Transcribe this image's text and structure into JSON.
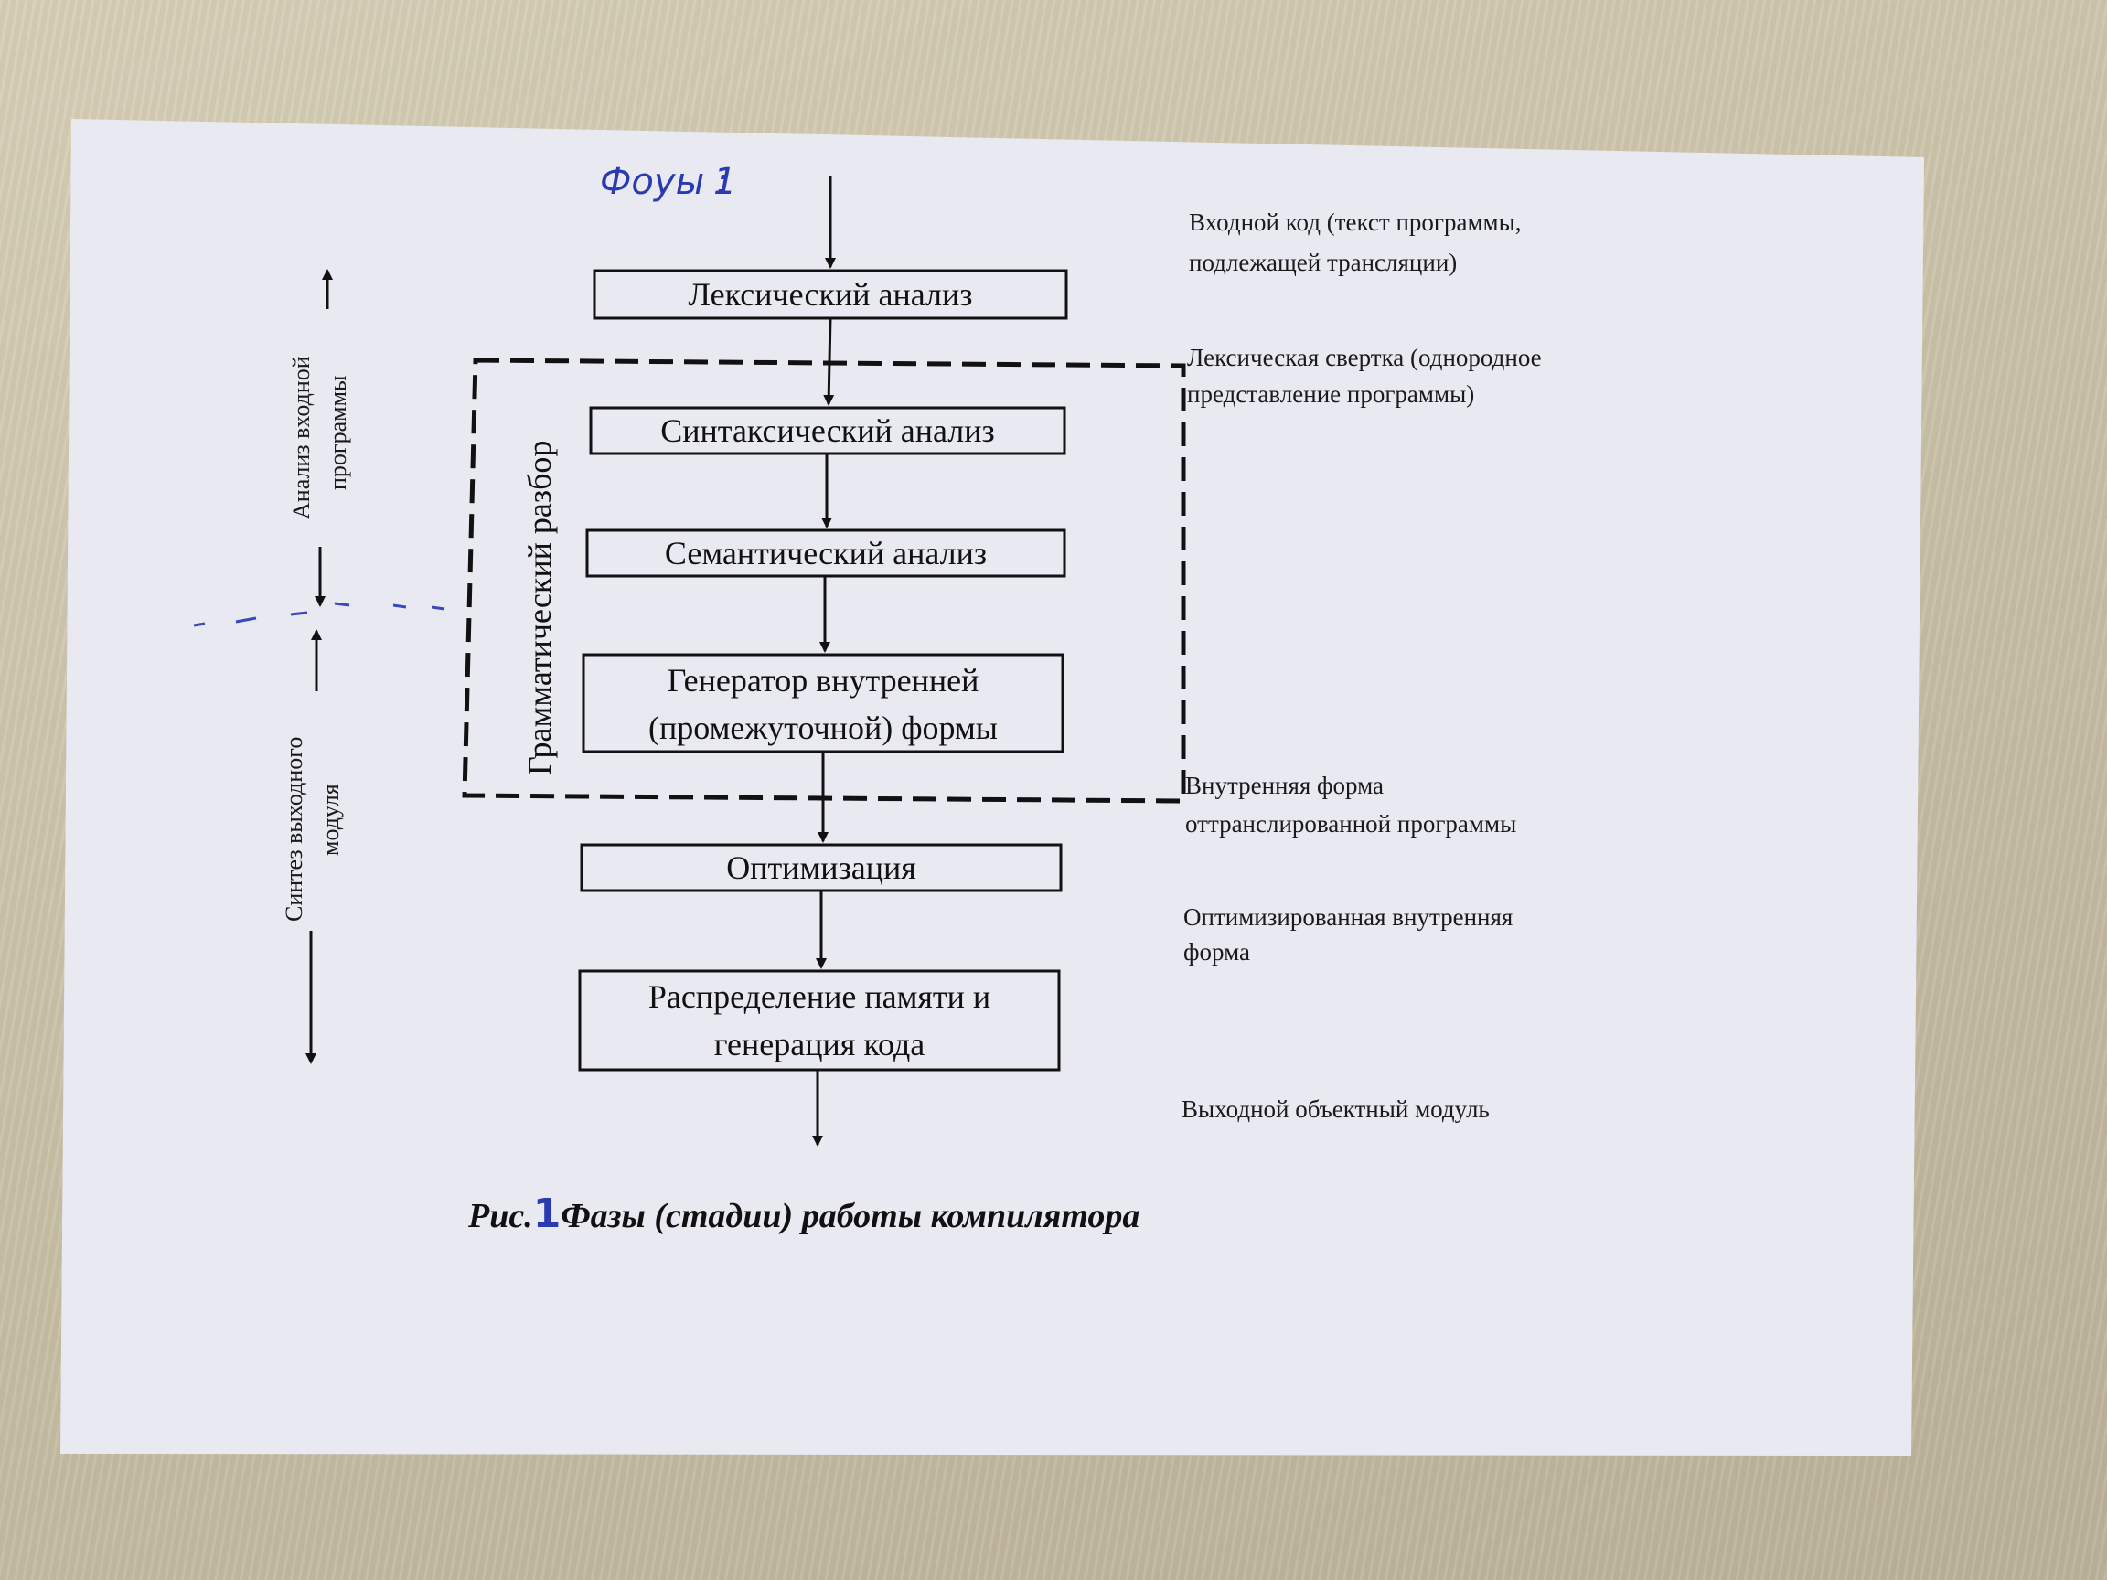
{
  "handwritten_note": "Фоуы :",
  "phases": [
    {
      "id": "lex",
      "label_lines": [
        "Лексический анализ"
      ]
    },
    {
      "id": "syn",
      "label_lines": [
        "Синтаксический анализ"
      ]
    },
    {
      "id": "sem",
      "label_lines": [
        "Семантический анализ"
      ]
    },
    {
      "id": "gen",
      "label_lines": [
        "Генератор внутренней",
        "(промежуточной) формы"
      ]
    },
    {
      "id": "opt",
      "label_lines": [
        "Оптимизация"
      ]
    },
    {
      "id": "mem",
      "label_lines": [
        "Распределение памяти и",
        "генерация кода"
      ]
    }
  ],
  "grammar_group_label": "Грамматический разбор",
  "side_labels": {
    "analysis": [
      "Анализ входной",
      "программы"
    ],
    "synthesis": [
      "Синтез выходного",
      "модуля"
    ]
  },
  "notes": [
    {
      "id": "input",
      "lines": [
        "Входной код (текст программы,",
        "подлежащей трансляции)"
      ]
    },
    {
      "id": "lexconv",
      "lines": [
        "Лексическая свертка (однородное",
        "представление программы)"
      ]
    },
    {
      "id": "internal",
      "lines": [
        "Внутренняя форма",
        "оттранслированной программы"
      ]
    },
    {
      "id": "optform",
      "lines": [
        "Оптимизированная внутренняя",
        "форма"
      ]
    },
    {
      "id": "output",
      "lines": [
        "Выходной объектный модуль"
      ]
    }
  ],
  "caption": {
    "prefix": "Рис.",
    "number": "1",
    "text": "Фазы (стадии) работы компилятора"
  }
}
